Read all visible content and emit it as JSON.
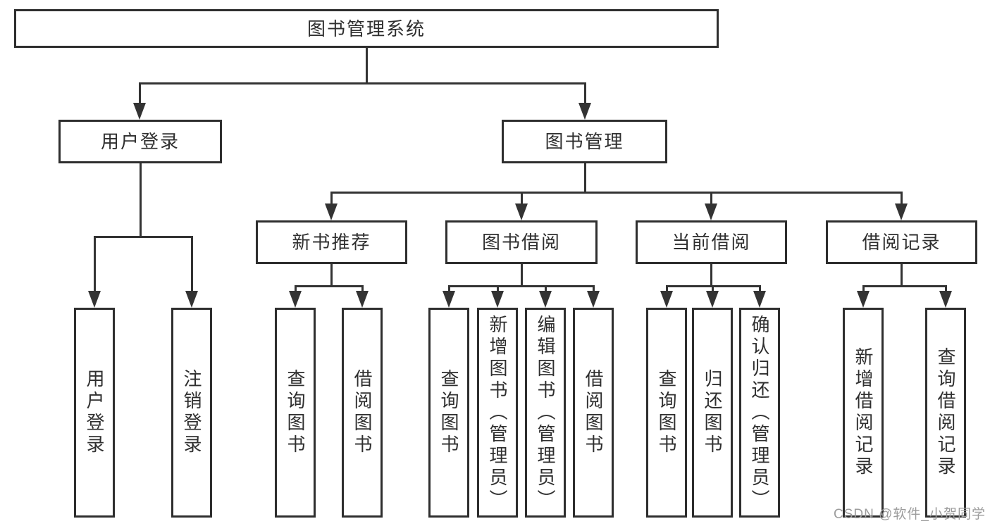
{
  "diagram": {
    "root": {
      "label": "图书管理系统"
    },
    "level2": [
      {
        "label": "用户登录"
      },
      {
        "label": "图书管理"
      }
    ],
    "level3": [
      {
        "label": "新书推荐"
      },
      {
        "label": "图书借阅"
      },
      {
        "label": "当前借阅"
      },
      {
        "label": "借阅记录"
      }
    ],
    "leaves": [
      {
        "label": "用户登录"
      },
      {
        "label": "注销登录"
      },
      {
        "label": "查询图书"
      },
      {
        "label": "借阅图书"
      },
      {
        "label": "查询图书"
      },
      {
        "label": "新增图书（管理员）"
      },
      {
        "label": "编辑图书（管理员）"
      },
      {
        "label": "借阅图书"
      },
      {
        "label": "查询图书"
      },
      {
        "label": "归还图书"
      },
      {
        "label": "确认归还（管理员）"
      },
      {
        "label": "新增借阅记录"
      },
      {
        "label": "查询借阅记录"
      }
    ],
    "watermark": "CSDN @软件_小贺同学",
    "colors": {
      "line": "#333333",
      "box_border": "#2e2e2e",
      "text": "#2f2f2f",
      "background": "#ffffff",
      "watermark": "#9c9c9c"
    }
  }
}
